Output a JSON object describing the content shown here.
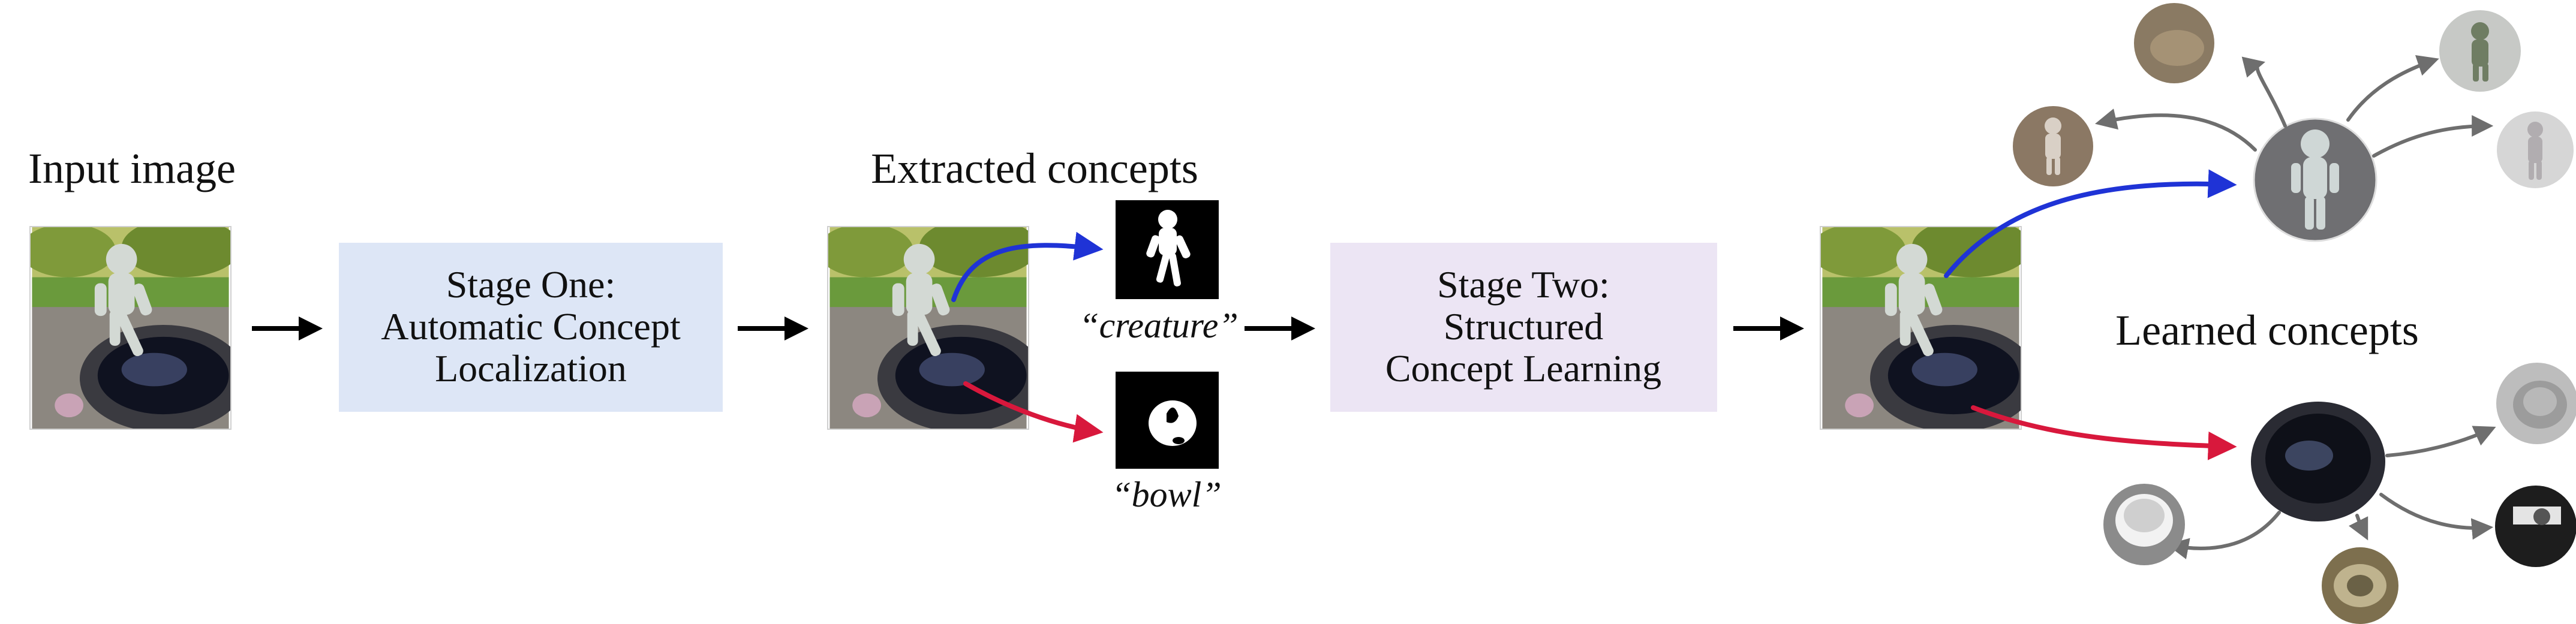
{
  "labels": {
    "input_image": "Input image",
    "extracted_concepts": "Extracted concepts",
    "learned_concepts": "Learned concepts"
  },
  "stage_one": {
    "line1": "Stage One:",
    "line2": "Automatic Concept",
    "line3": "Localization",
    "color": "#dde6f6"
  },
  "stage_two": {
    "line1": "Stage Two:",
    "line2": "Structured",
    "line3": "Concept Learning",
    "color": "#ece5f4"
  },
  "masks": {
    "creature_label": "“creature”",
    "bowl_label": "“bowl”"
  },
  "colors": {
    "creature_arrow": "#1f33d6",
    "bowl_arrow": "#d8183c",
    "branch_arrow": "#6e6e6e"
  },
  "icons": {
    "photo": "photo-icon",
    "creature_mask": "creature-silhouette-icon",
    "bowl_mask": "bowl-silhouette-icon"
  }
}
